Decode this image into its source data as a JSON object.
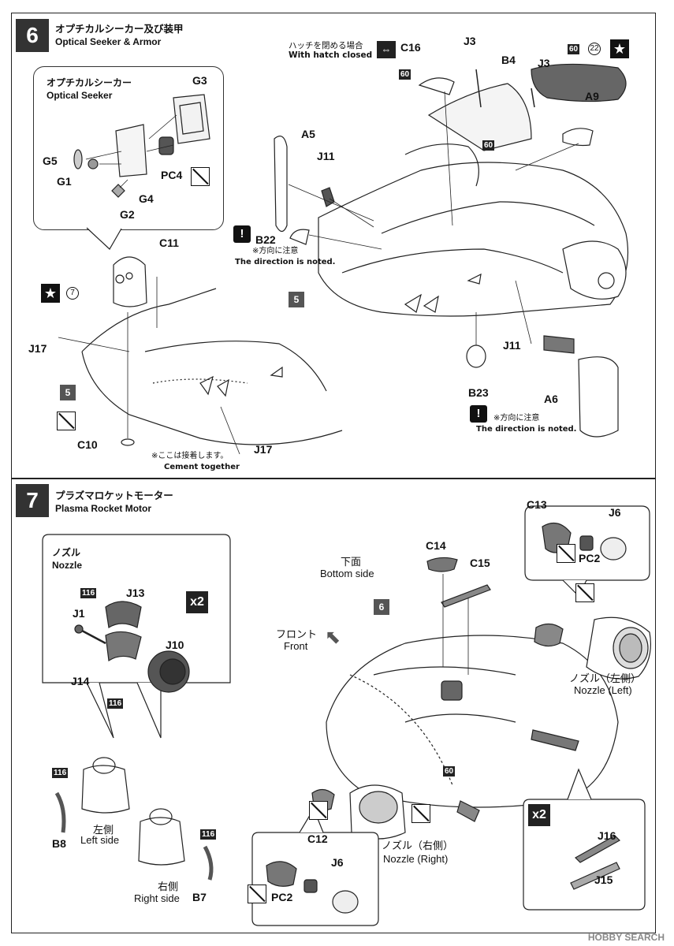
{
  "step6": {
    "number": "6",
    "title_jp": "オプチカルシーカー及び装甲",
    "title_en": "Optical Seeker & Armor",
    "inset_title_jp": "オプチカルシーカー",
    "inset_title_en": "Optical Seeker",
    "hatch_jp": "ハッチを閉める場合",
    "hatch_en": "With hatch closed",
    "direction_note_jp": "※方向に注意",
    "direction_note_en": "The direction is noted.",
    "cement_note_jp": "※ここは接着します。",
    "cement_note_en": "Cement together",
    "sub_step": "5",
    "color_60": "60",
    "color_22": "22",
    "color_7": "7",
    "parts": {
      "g3": "G3",
      "g5": "G5",
      "g1": "G1",
      "g4": "G4",
      "g2": "G2",
      "pc4": "PC4",
      "c11": "C11",
      "j17a": "J17",
      "j17b": "J17",
      "c10": "C10",
      "a5": "A5",
      "j11a": "J11",
      "b22": "B22",
      "c16": "C16",
      "j3a": "J3",
      "j3b": "J3",
      "b4": "B4",
      "a9": "A9",
      "j11b": "J11",
      "a6": "A6",
      "b23": "B23"
    }
  },
  "step7": {
    "number": "7",
    "title_jp": "プラズマロケットモーター",
    "title_en": "Plasma Rocket Motor",
    "nozzle_jp": "ノズル",
    "nozzle_en": "Nozzle",
    "bottom_jp": "下面",
    "bottom_en": "Bottom side",
    "front_jp": "フロント",
    "front_en": "Front",
    "left_jp": "左側",
    "left_en": "Left side",
    "right_jp": "右側",
    "right_en": "Right side",
    "nozzle_left_jp": "ノズル（左側）",
    "nozzle_left_en": "Nozzle (Left)",
    "nozzle_right_jp": "ノズル（右側）",
    "nozzle_right_en": "Nozzle (Right)",
    "times_two": "x2",
    "sub_step": "6",
    "color_116": "116",
    "color_60": "60",
    "parts": {
      "j1": "J1",
      "j13": "J13",
      "j10": "J10",
      "j14": "J14",
      "b8": "B8",
      "b7": "B7",
      "c14": "C14",
      "c15": "C15",
      "c13": "C13",
      "j6a": "J6",
      "pc2a": "PC2",
      "c12": "C12",
      "j6b": "J6",
      "pc2b": "PC2",
      "j16": "J16",
      "j15": "J15"
    }
  },
  "watermark": "HOBBY SEARCH"
}
